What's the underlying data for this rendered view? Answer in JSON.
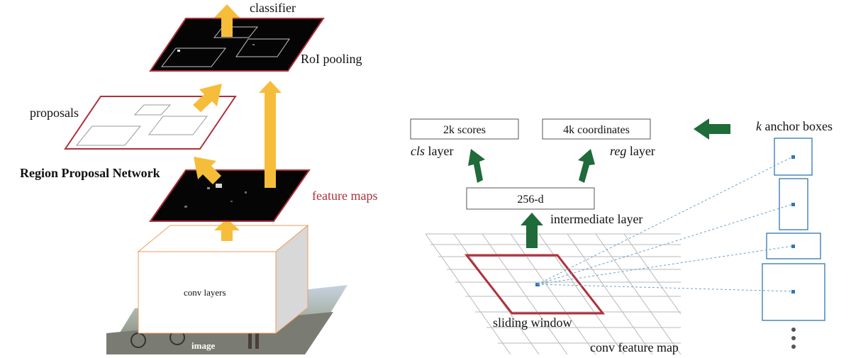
{
  "left": {
    "classifier": "classifier",
    "roi_pooling": "RoI pooling",
    "proposals": "proposals",
    "rpn": "Region Proposal Network",
    "feature_maps": "feature maps",
    "conv_layers": "conv layers",
    "image": "image"
  },
  "right": {
    "scores_box": {
      "k": "2k",
      "rest": " scores"
    },
    "coords_box": {
      "k": "4k",
      "rest": " coordinates"
    },
    "cls_layer": {
      "it": "cls",
      "rest": " layer"
    },
    "reg_layer": {
      "it": "reg",
      "rest": " layer"
    },
    "intermediate_box": "256-d",
    "intermediate_layer": "intermediate layer",
    "anchor_boxes": {
      "k": "k",
      "rest": " anchor boxes"
    },
    "sliding_window": "sliding window",
    "conv_feature_map": "conv feature map"
  },
  "colors": {
    "orange_arrow": "#f6bd3b",
    "green_arrow": "#1f6b3a",
    "red_outline": "#b0303a",
    "blue_anchor": "#2f77b5",
    "grid": "#b9b9b9"
  }
}
